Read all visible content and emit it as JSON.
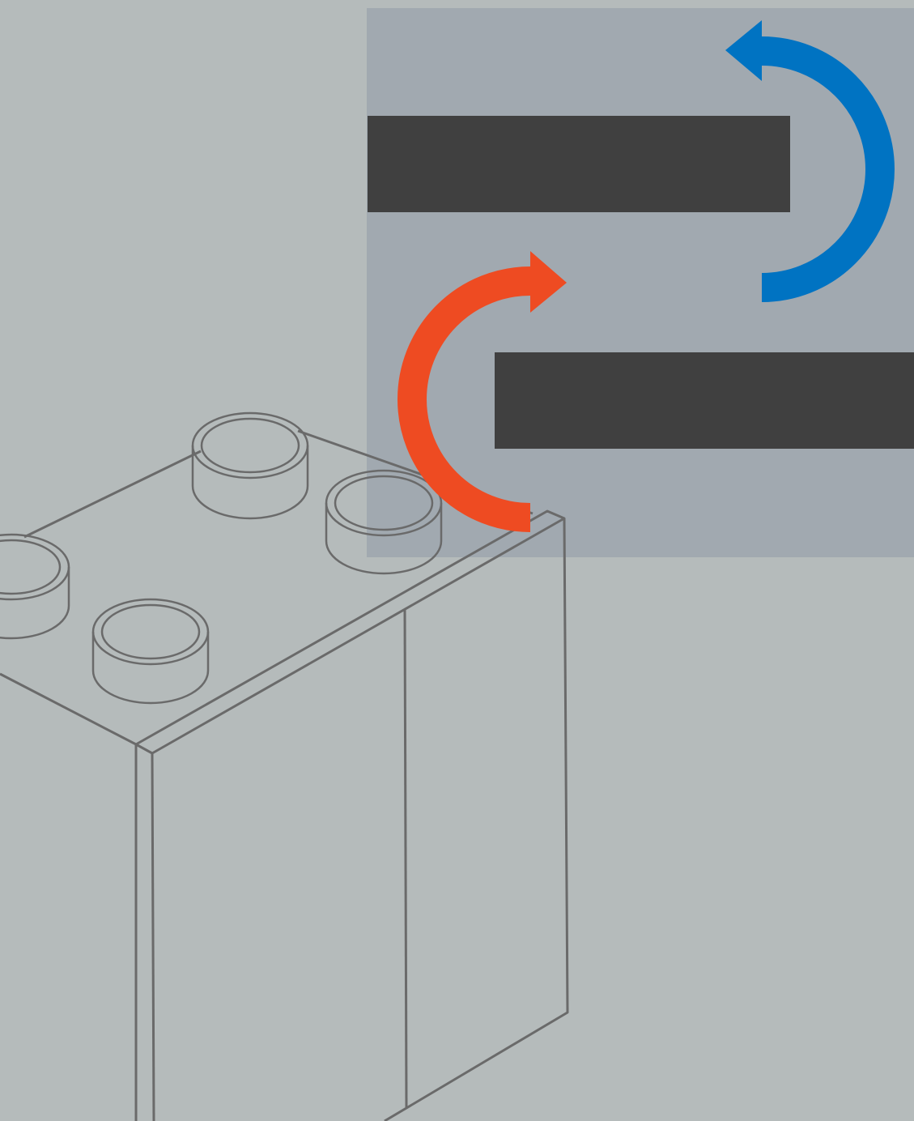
{
  "colors": {
    "background": "#b5bbbb",
    "panel": "#a1a9b0",
    "bar": "#404040",
    "outline": "#6a6a6a",
    "arrow_blue": "#0073c2",
    "arrow_red": "#ee4b22"
  },
  "elements": {
    "panel": "highlight-panel",
    "bars": [
      "dark-bar",
      "dark-bar"
    ],
    "arrows": [
      {
        "name": "blue-curved-arrow",
        "color": "arrow_blue",
        "direction": "counter-clockwise"
      },
      {
        "name": "red-curved-arrow",
        "color": "arrow_red",
        "direction": "clockwise"
      }
    ],
    "brick": {
      "name": "toy-brick-outline",
      "studs": 4
    }
  }
}
